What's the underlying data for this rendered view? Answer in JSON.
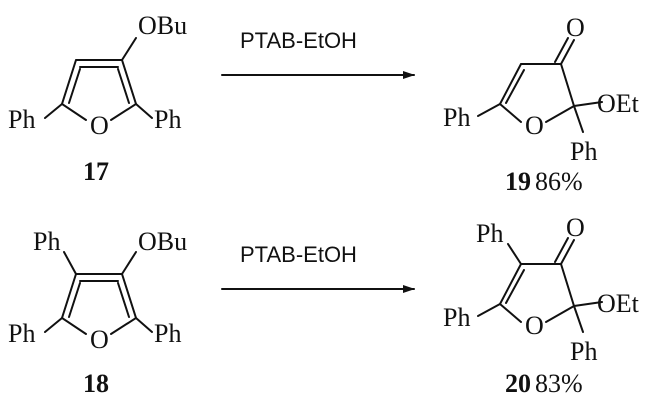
{
  "reactions": [
    {
      "reactant": {
        "substituents": {
          "top": "",
          "oalkyl": "OBu",
          "left": "Ph",
          "right": "Ph",
          "ring_o": "O"
        },
        "label": "17"
      },
      "reagent": "PTAB-EtOH",
      "product": {
        "substituents": {
          "top": "",
          "carbonyl": "O",
          "oet": "OEt",
          "left": "Ph",
          "right": "Ph",
          "ring_o": "O"
        },
        "label": "19",
        "yield": "86%"
      }
    },
    {
      "reactant": {
        "substituents": {
          "top": "Ph",
          "oalkyl": "OBu",
          "left": "Ph",
          "right": "Ph",
          "ring_o": "O"
        },
        "label": "18"
      },
      "reagent": "PTAB-EtOH",
      "product": {
        "substituents": {
          "top": "Ph",
          "carbonyl": "O",
          "oet": "OEt",
          "left": "Ph",
          "right": "Ph",
          "ring_o": "O"
        },
        "label": "20",
        "yield": "83%"
      }
    }
  ]
}
